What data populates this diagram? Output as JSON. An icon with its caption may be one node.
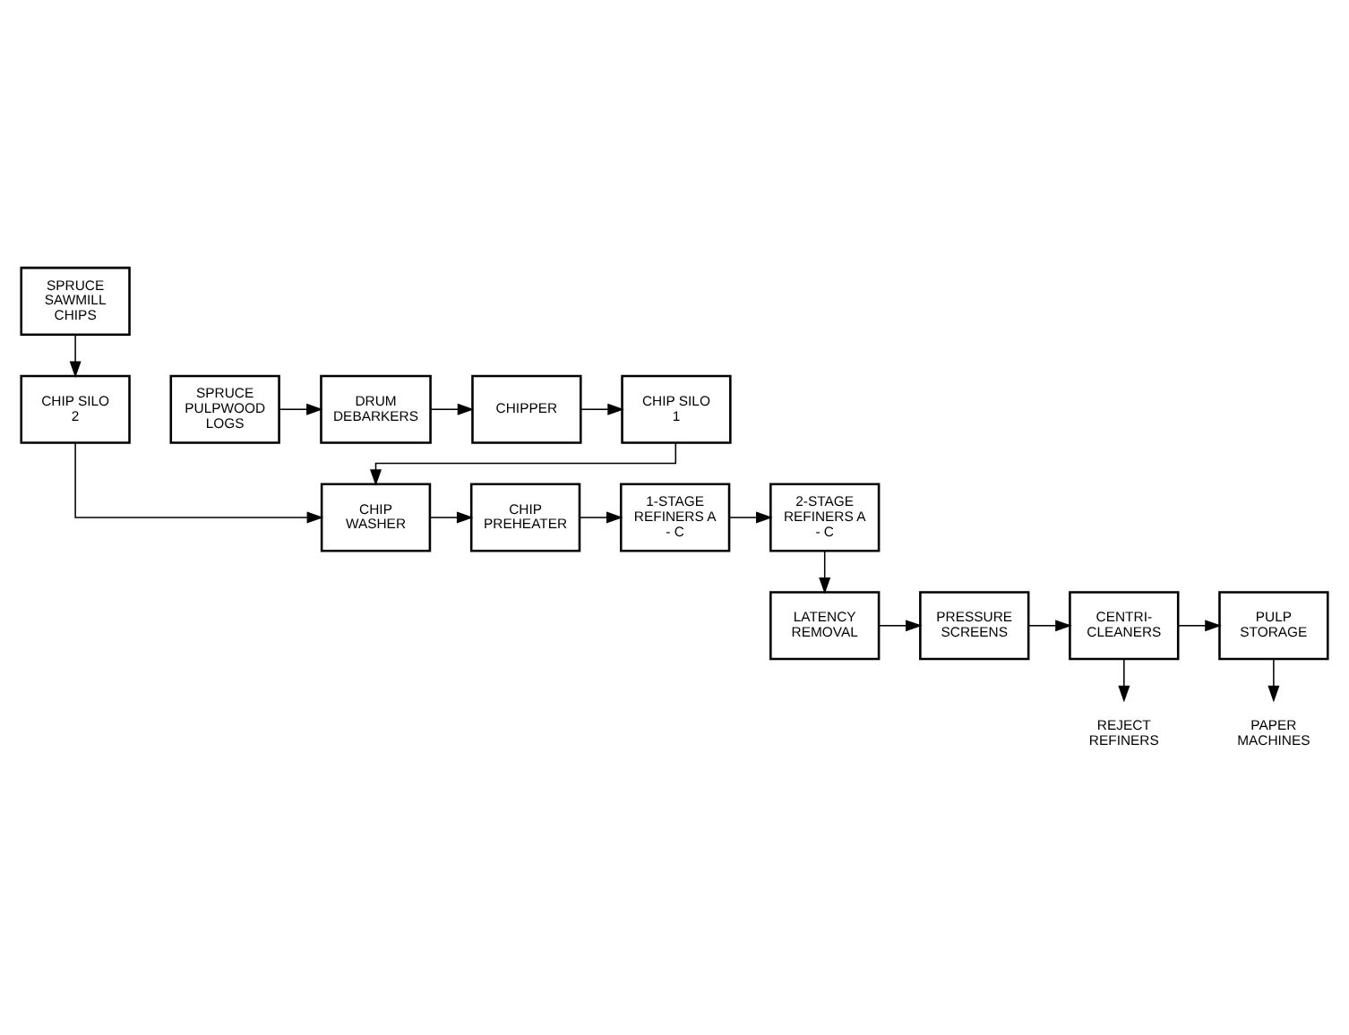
{
  "diagram": {
    "nodes": [
      {
        "text": [
          "SPRUCE SAWMILL CHIPS"
        ]
      },
      {
        "text": [
          "SPRUCE PULPWOOD LOGS"
        ]
      },
      {
        "text": [
          "DRUM DEBARKERS"
        ]
      },
      {
        "text": [
          "CHIPPER"
        ]
      },
      {
        "text": [
          "CHIP SILO 1"
        ]
      },
      {
        "text": [
          "CHIP SILO 2"
        ]
      },
      {
        "text": [
          "CHIP WASHER"
        ]
      },
      {
        "text": [
          "CHIP PREHEATER"
        ]
      },
      {
        "text": [
          "1-STAGE REFINERS A - C"
        ]
      },
      {
        "text": [
          "2-STAGE REFINERS A - C"
        ]
      },
      {
        "text": [
          "LATENCY REMOVAL"
        ]
      },
      {
        "text": [
          "PRESSURE SCREENS"
        ]
      },
      {
        "text": [
          "CENTRI- CLEANERS"
        ]
      },
      {
        "text": [
          "PULP STORAGE"
        ]
      },
      {
        "text": [
          "REJECT REFINERS"
        ]
      },
      {
        "text": [
          "PAPER MACHINES"
        ]
      }
    ],
    "edges": [
      {
        "from": 0,
        "to": 5,
        "arrow": "to"
      },
      {
        "from": 1,
        "to": 2,
        "arrow": "to"
      },
      {
        "from": 2,
        "to": 3,
        "arrow": "to"
      },
      {
        "from": 3,
        "to": 4,
        "arrow": "to"
      },
      {
        "from": 4,
        "to": 6,
        "arrow": "to"
      },
      {
        "from": 5,
        "to": 6,
        "arrow": "to"
      },
      {
        "from": 6,
        "to": 7,
        "arrow": "to"
      },
      {
        "from": 7,
        "to": 8,
        "arrow": "to"
      },
      {
        "from": 8,
        "to": 9,
        "arrow": "to"
      },
      {
        "from": 9,
        "to": 10,
        "arrow": "to"
      },
      {
        "from": 10,
        "to": 11,
        "arrow": "to"
      },
      {
        "from": 11,
        "to": 12,
        "arrow": "to"
      },
      {
        "from": 12,
        "to": 13,
        "arrow": "to"
      },
      {
        "from": 12,
        "to": 14,
        "arrow": "to"
      },
      {
        "from": 13,
        "to": 15,
        "arrow": "to"
      }
    ]
  }
}
